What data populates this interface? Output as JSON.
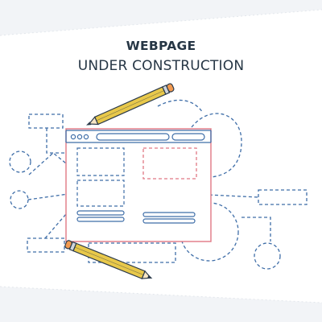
{
  "heading": {
    "title": "WEBPAGE",
    "subtitle": "UNDER CONSTRUCTION"
  },
  "colors": {
    "text": "#263645",
    "blueprint_blue": "#3f6ea8",
    "sketch_red": "#e07884",
    "pencil_body": "#e8c84a",
    "pencil_tip": "#f29a50",
    "pencil_outline": "#2b3a4a"
  },
  "illustration": {
    "subject": "wireframe-browser-window",
    "icons": [
      "pencil-icon",
      "pencil-icon"
    ]
  }
}
